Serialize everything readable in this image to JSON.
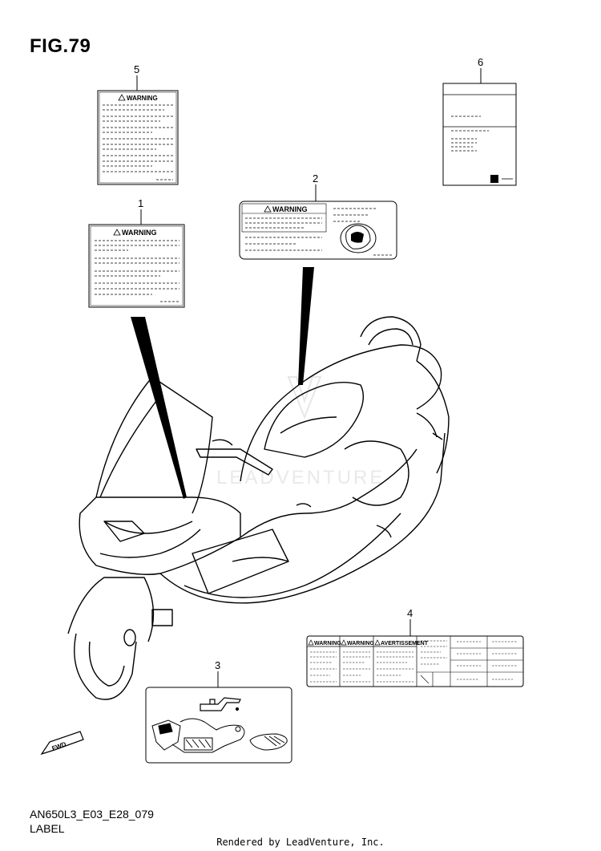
{
  "figure": {
    "title": "FIG.79",
    "model_code": "AN650L3_E03_E28_079",
    "section_name": "LABEL",
    "credit": "Rendered by LeadVenture, Inc.",
    "watermark": "LEADVENTURE"
  },
  "callouts": {
    "c1": "1",
    "c2": "2",
    "c3": "3",
    "c4": "4",
    "c5": "5",
    "c6": "6"
  },
  "labels": {
    "warning": "WARNING",
    "vertissement": "AVERTISSEMENT",
    "fwd": "FWD"
  },
  "icons": [
    "warning-triangle-icon",
    "oil-can-icon",
    "fwd-arrow-icon",
    "helmet-icon"
  ]
}
